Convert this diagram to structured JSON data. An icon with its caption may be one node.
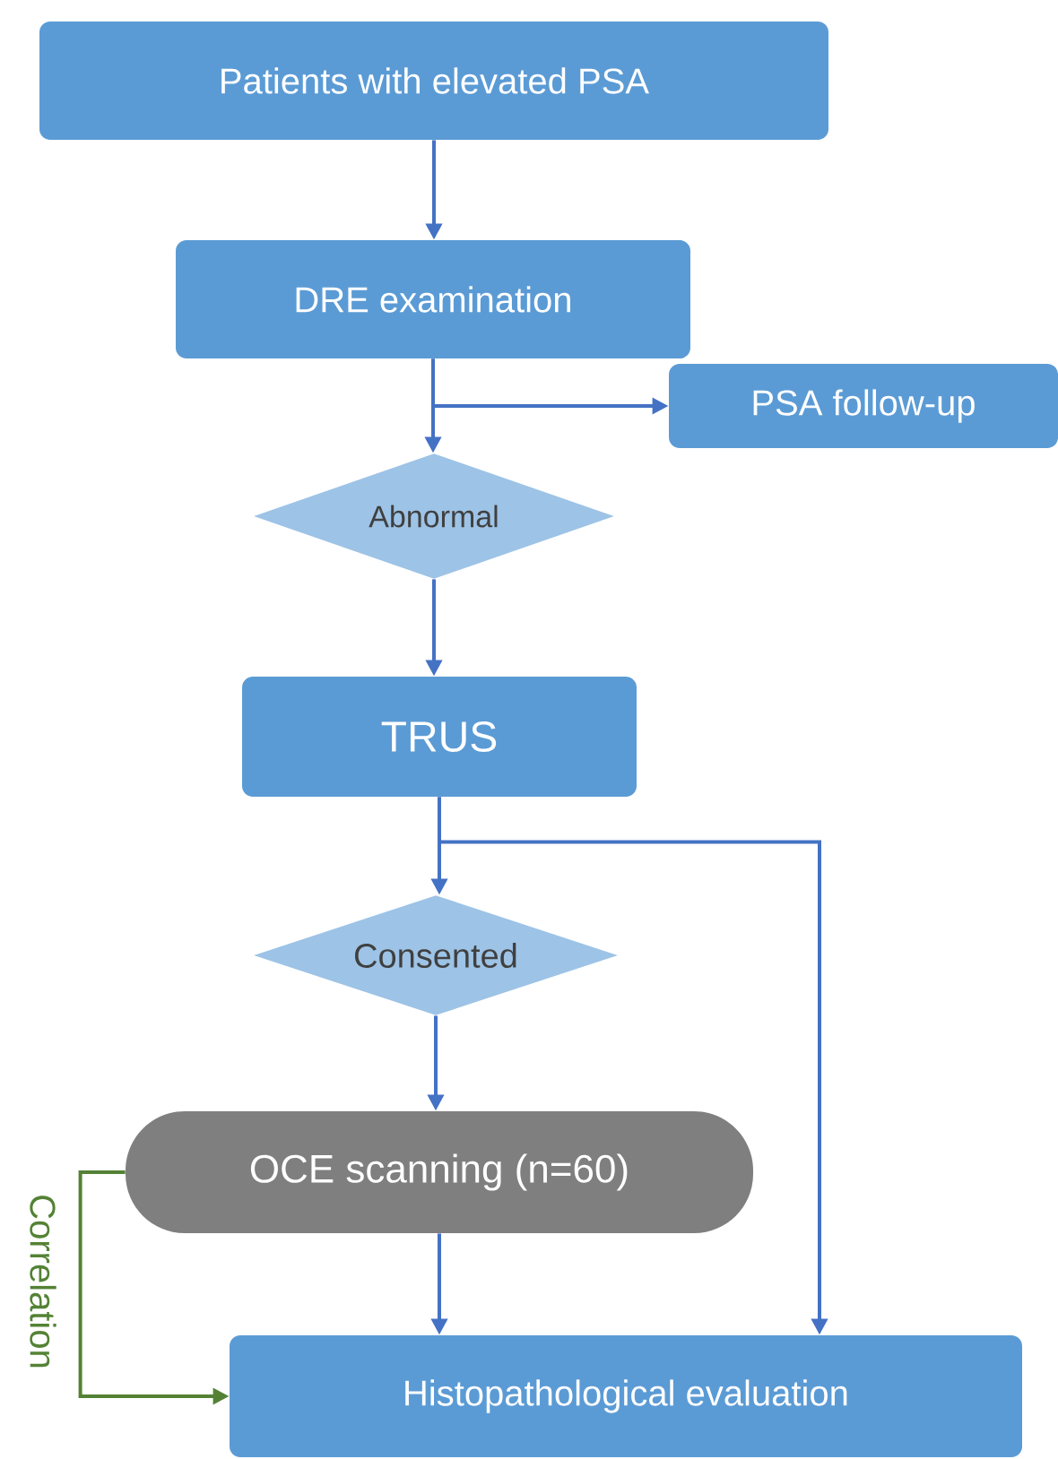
{
  "diagram": {
    "nodes": [
      {
        "text": [
          "Patients with elevated PSA"
        ]
      },
      {
        "text": [
          "DRE examination"
        ]
      },
      {
        "text": [
          "PSA follow-up"
        ]
      },
      {
        "text": [
          "Abnormal"
        ]
      },
      {
        "text": [
          "TRUS"
        ]
      },
      {
        "text": [
          "Consented"
        ]
      },
      {
        "text": [
          "OCE scanning (n=60)"
        ]
      },
      {
        "text": [
          "Histopathological evaluation"
        ]
      }
    ],
    "edges": [
      {
        "from": 0,
        "to": 1,
        "arrow": "to"
      },
      {
        "from": 1,
        "to": 2,
        "arrow": "to"
      },
      {
        "from": 1,
        "to": 3,
        "arrow": "to"
      },
      {
        "from": 3,
        "to": 4,
        "arrow": "to"
      },
      {
        "from": 4,
        "to": 5,
        "arrow": "to"
      },
      {
        "from": 4,
        "to": 7,
        "arrow": "to"
      },
      {
        "from": 5,
        "to": 6,
        "arrow": "to"
      },
      {
        "from": 6,
        "to": 7,
        "arrow": "to"
      },
      {
        "from": 6,
        "to": 7,
        "arrow": "to",
        "label": "Correlation",
        "color": "#548235"
      }
    ]
  }
}
